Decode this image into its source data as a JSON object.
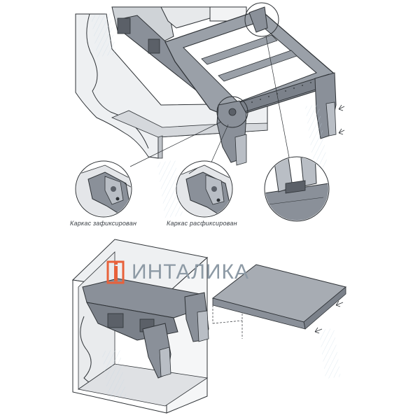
{
  "captions": {
    "locked": "Каркас зафиксирован",
    "unlocked": "Каркас расфиксирован"
  },
  "brand": {
    "name": "ИНТАЛИКА",
    "accent_color": "#e8613a",
    "text_color": "#8d9aa5"
  },
  "palette": {
    "steel": "#8a9099",
    "steel_dark": "#5b6068",
    "steel_light": "#b9bec5",
    "panel": "#dfe1e4",
    "panel_shade": "#c9ccd0",
    "outline": "#2e3236",
    "shelf": "#a7acb3"
  },
  "icons": [
    "arrow-icon",
    "brand-logo-icon"
  ]
}
